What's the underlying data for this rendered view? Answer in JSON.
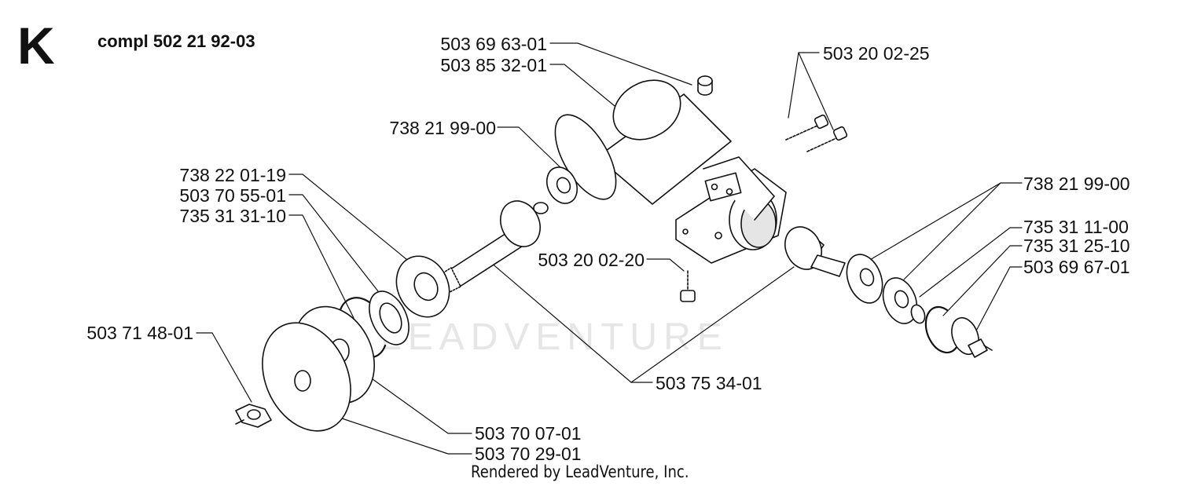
{
  "header": {
    "section": "K",
    "assembly": "compl 502 21 92-03"
  },
  "watermark": "LEADVENTURE",
  "footer": "Rendered by LeadVenture, Inc.",
  "parts": {
    "p1": "503 69 63-01",
    "p2": "503 85 32-01",
    "p3": "503 20 02-25",
    "p4": "738 21 99-00",
    "p5": "738 22 01-19",
    "p6": "503 70 55-01",
    "p7": "735 31 31-10",
    "p8": "738 21 99-00",
    "p9": "735 31 11-00",
    "p10": "735 31 25-10",
    "p11": "503 69 67-01",
    "p12": "503 20 02-20",
    "p13": "503 71 48-01",
    "p14": "503 75 34-01",
    "p15": "503 70 07-01",
    "p16": "503 70 29-01"
  }
}
